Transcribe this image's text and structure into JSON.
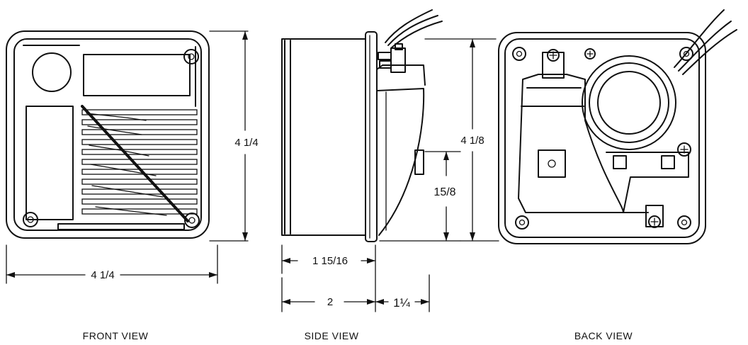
{
  "views": {
    "front": "FRONT VIEW",
    "side": "SIDE VIEW",
    "back": "BACK VIEW"
  },
  "dimensions": {
    "front_height": "4 1/4",
    "front_width": "4 1/4",
    "side_body_depth": "1 15/16",
    "side_overall_depth": "2",
    "side_rear_depth": "1¼",
    "side_lower_height": "15/8",
    "back_height": "4 1/8"
  }
}
